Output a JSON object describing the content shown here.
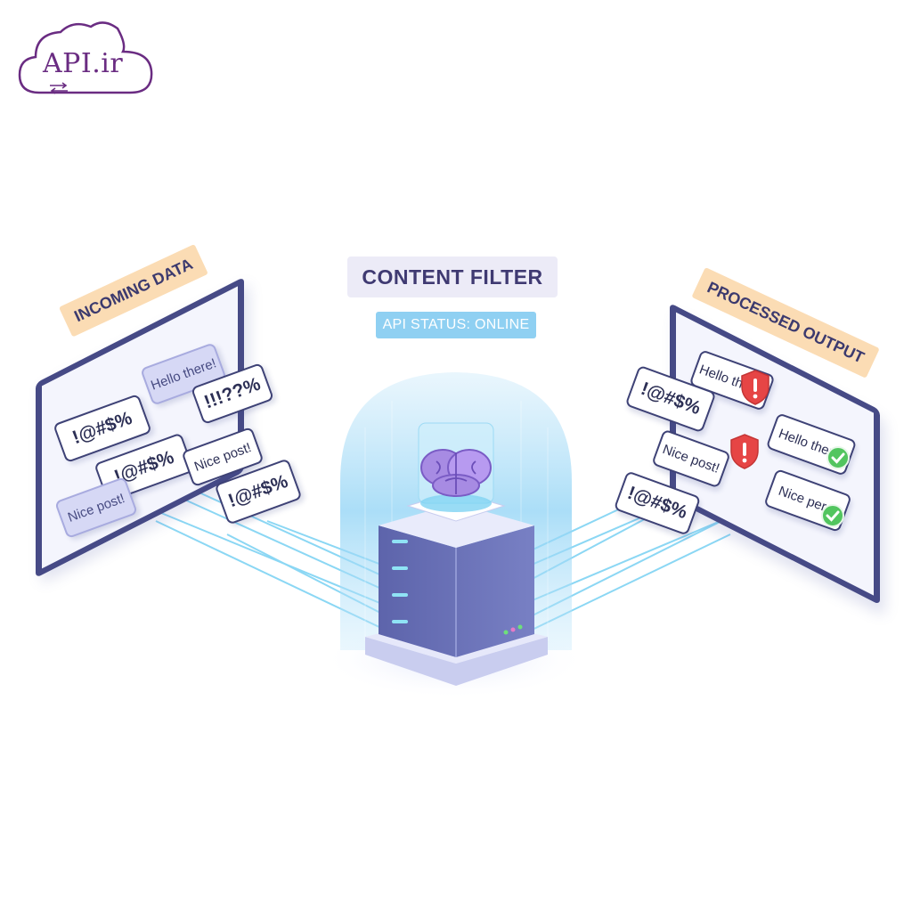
{
  "logo": {
    "text": "API.ir"
  },
  "header": {
    "title": "CONTENT FILTER",
    "status": "API STATUS: ONLINE"
  },
  "incoming": {
    "label": "INCOMING DATA",
    "bubbles": [
      "Hello there!",
      "!@#$%",
      "!!!??%",
      "!@#$%",
      "Nice post!",
      "Nice post!",
      "!@#$%"
    ]
  },
  "processed": {
    "label": "PROCESSED OUTPUT",
    "bubbles": [
      "Hello there!",
      "!@#$%",
      "Hello there!",
      "Nice post!",
      "Nice pere!",
      "!@#$%"
    ]
  },
  "colors": {
    "brand": "#6a2c82",
    "monitor_frame": "#464a86",
    "label_bg": "#fbdcb4",
    "status_bg": "#8fd0f2",
    "flagged": "#e64545",
    "approved": "#52c55f",
    "glow": "#9fd8f5",
    "server": "#5b62a8"
  },
  "icons": [
    "cloud-icon",
    "swap-arrows-icon",
    "brain-icon",
    "server-icon",
    "warning-shield-icon",
    "check-icon"
  ]
}
